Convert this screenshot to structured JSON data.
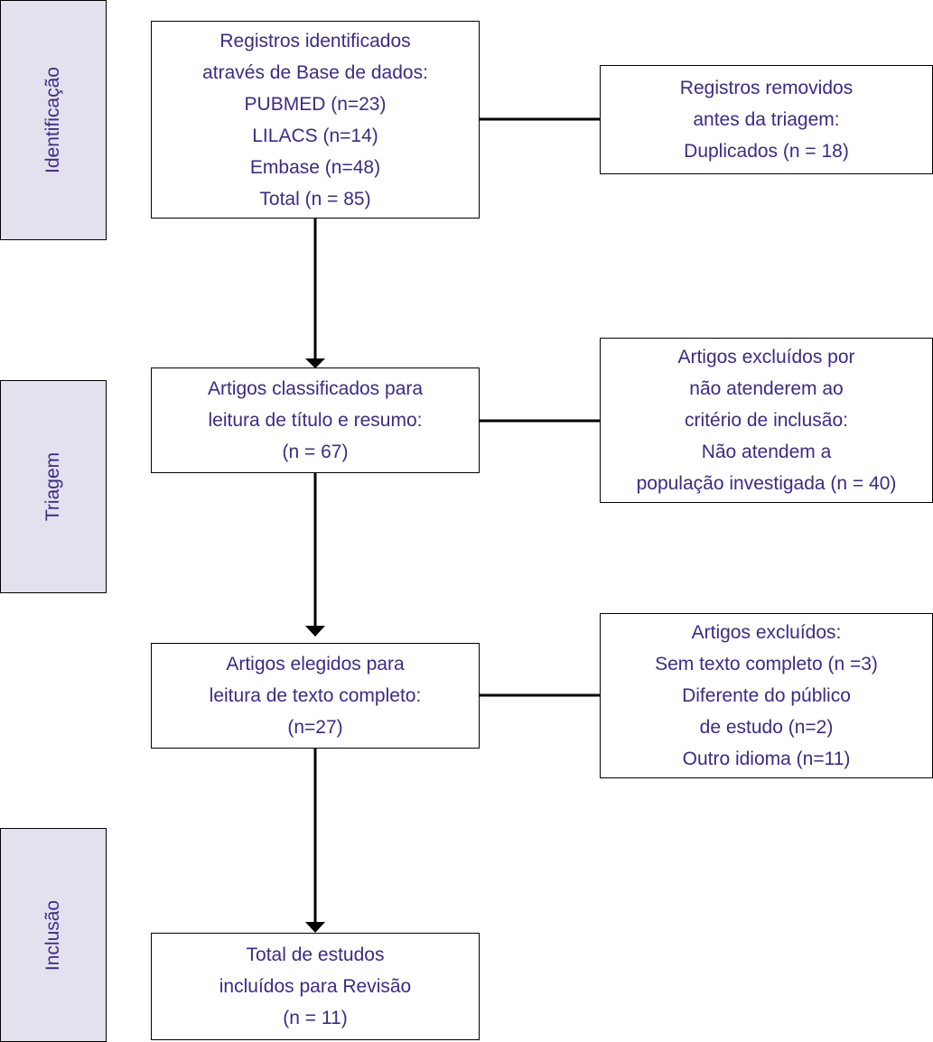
{
  "colors": {
    "text": "#3d2a86",
    "phase_fill": "#e4e1ee",
    "line": "#000000"
  },
  "phases": {
    "identificacao": "Identificação",
    "triagem": "Triagem",
    "inclusao": "Inclusão"
  },
  "boxes": {
    "records_identified": [
      "Registros identificados",
      "através de Base de dados:",
      "PUBMED (n=23)",
      "LILACS (n=14)",
      "Embase (n=48)",
      "Total (n = 85)"
    ],
    "records_removed": [
      "Registros removidos",
      "antes da triagem:",
      "Duplicados (n = 18)"
    ],
    "title_abstract": [
      "Artigos classificados para",
      "leitura de título e resumo:",
      "(n = 67)"
    ],
    "excluded_criteria": [
      "Artigos excluídos por",
      "não atenderem ao",
      "critério de inclusão:",
      "Não atendem a",
      "população investigada (n = 40)"
    ],
    "full_text": [
      "Artigos elegidos para",
      "leitura de texto completo:",
      "(n=27)"
    ],
    "excluded_full": [
      "Artigos excluídos:",
      "Sem texto completo (n =3)",
      "Diferente do público",
      "de estudo (n=2)",
      "Outro idioma (n=11)"
    ],
    "included": [
      "Total de estudos",
      "incluídos para Revisão",
      "(n = 11)"
    ]
  }
}
